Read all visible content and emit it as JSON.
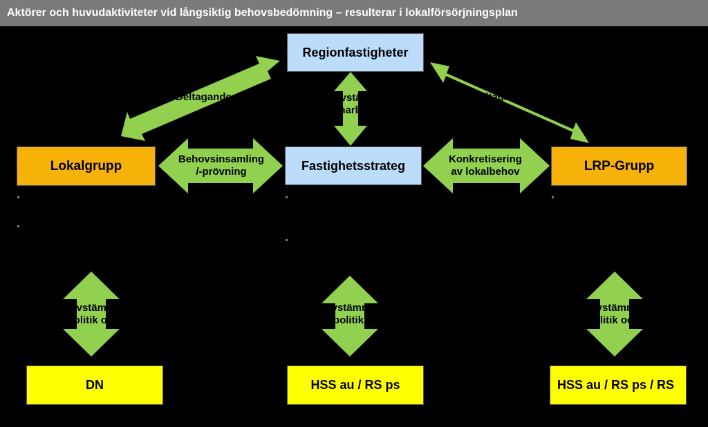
{
  "header": {
    "title": "Aktörer och huvudaktiviteter vid långsiktig behovsbedömning – resulterar i lokalförsörjningsplan"
  },
  "boxes": {
    "regionfastigheter": "Regionfastigheter",
    "lokalgrupp": "Lokalgrupp",
    "fastighetsstrateg": "Fastighetsstrateg",
    "lrp_grupp": "LRP-Grupp",
    "dn": "DN",
    "hss_center": "HSS au / RS ps",
    "hss_right": "HSS au / RS ps / RS"
  },
  "arrow_labels": {
    "deltagande_left": "Deltagande",
    "avstamning_top_line1": "Avstämning",
    "avstamning_top_line2": "samarbete",
    "deltagande_right": "Deltagande",
    "behovsinsamling_line1": "Behovsinsamling",
    "behovsinsamling_line2": "/-prövning",
    "konkretisering_line1": "Konkretisering",
    "konkretisering_line2": "av lokalbehov",
    "bottom_left_line1": "Avstämning",
    "bottom_left_line2": "politik och",
    "bottom_center_line1": "Avstämning",
    "bottom_center_line2": "politik",
    "bottom_right_line1": "Avstämning",
    "bottom_right_line2": "politik och"
  },
  "colors": {
    "arrow": "#92d050",
    "box_blue": "#bcdcfb",
    "box_orange": "#f7b209",
    "box_yellow": "#ffff00",
    "header_bg": "#7a7a7a"
  }
}
